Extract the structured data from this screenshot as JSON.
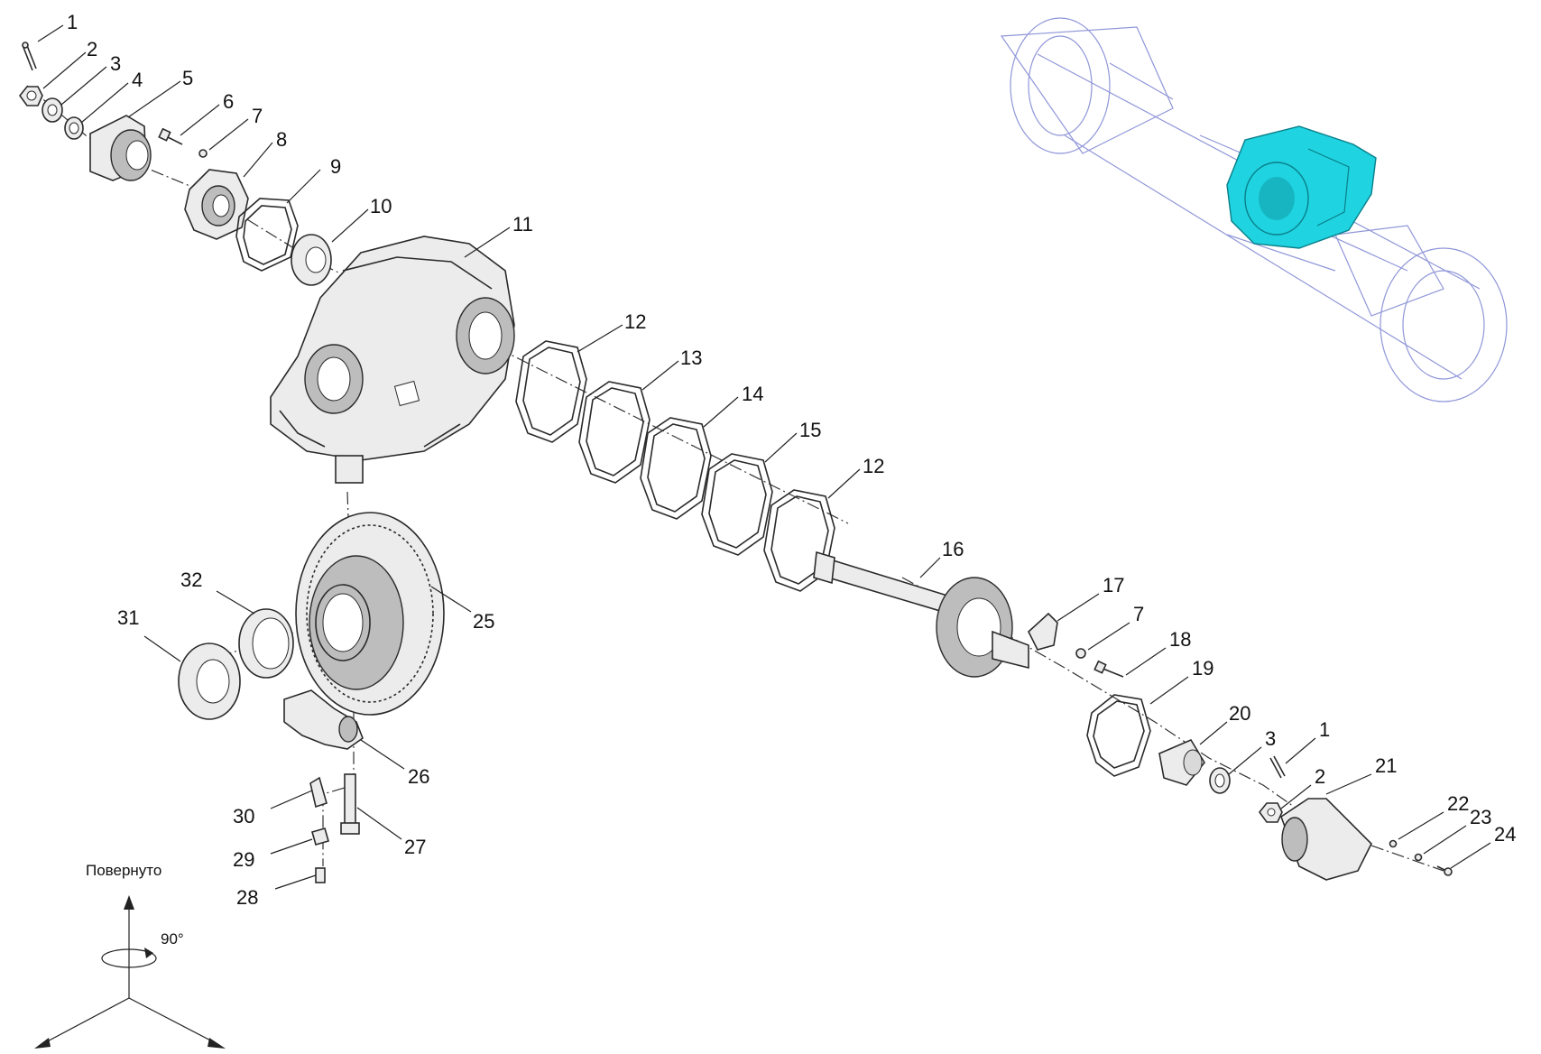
{
  "callouts": [
    "1",
    "2",
    "3",
    "4",
    "5",
    "6",
    "7",
    "8",
    "9",
    "10",
    "11",
    "12",
    "13",
    "14",
    "15",
    "12",
    "16",
    "17",
    "7",
    "18",
    "19",
    "20",
    "3",
    "1",
    "2",
    "21",
    "22",
    "23",
    "24",
    "25",
    "26",
    "27",
    "28",
    "29",
    "30",
    "31",
    "32"
  ],
  "orientation": {
    "caption": "Повернуто",
    "angle": "90°"
  },
  "colors": {
    "line": "#2a2a2a",
    "highlight": "#1fd3e0",
    "locator_outline": "#8f96d8"
  }
}
